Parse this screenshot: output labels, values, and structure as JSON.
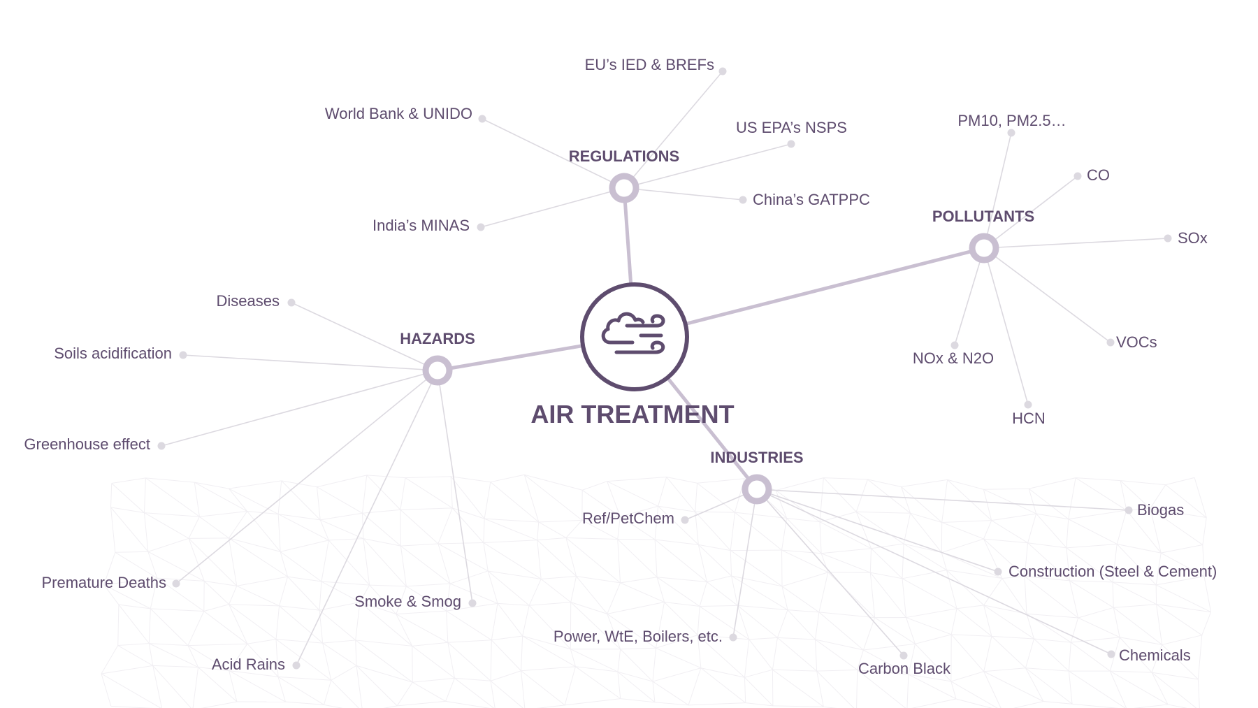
{
  "center": {
    "title": "AIR TREATMENT",
    "icon": "cloud-wind-icon"
  },
  "colors": {
    "primary": "#5e4c6e",
    "connector": "#c9bfd1",
    "leaf": "#dcd9e0"
  },
  "branches": [
    {
      "id": "regulations",
      "label": "REGULATIONS",
      "leaves": [
        "EU’s IED & BREFs",
        "World Bank & UNIDO",
        "US EPA’s NSPS",
        "China’s GATPPC",
        "India’s MINAS"
      ]
    },
    {
      "id": "pollutants",
      "label": "POLLUTANTS",
      "leaves": [
        "PM10, PM2.5…",
        "CO",
        "SOx",
        "VOCs",
        "HCN",
        "NOx & N2O"
      ]
    },
    {
      "id": "hazards",
      "label": "HAZARDS",
      "leaves": [
        "Diseases",
        "Soils acidification",
        "Greenhouse effect",
        "Premature Deaths",
        "Acid Rains",
        "Smoke & Smog"
      ]
    },
    {
      "id": "industries",
      "label": "INDUSTRIES",
      "leaves": [
        "Ref/PetChem",
        "Biogas",
        "Construction (Steel & Cement)",
        "Chemicals",
        "Carbon Black",
        "Power, WtE, Boilers, etc."
      ]
    }
  ]
}
